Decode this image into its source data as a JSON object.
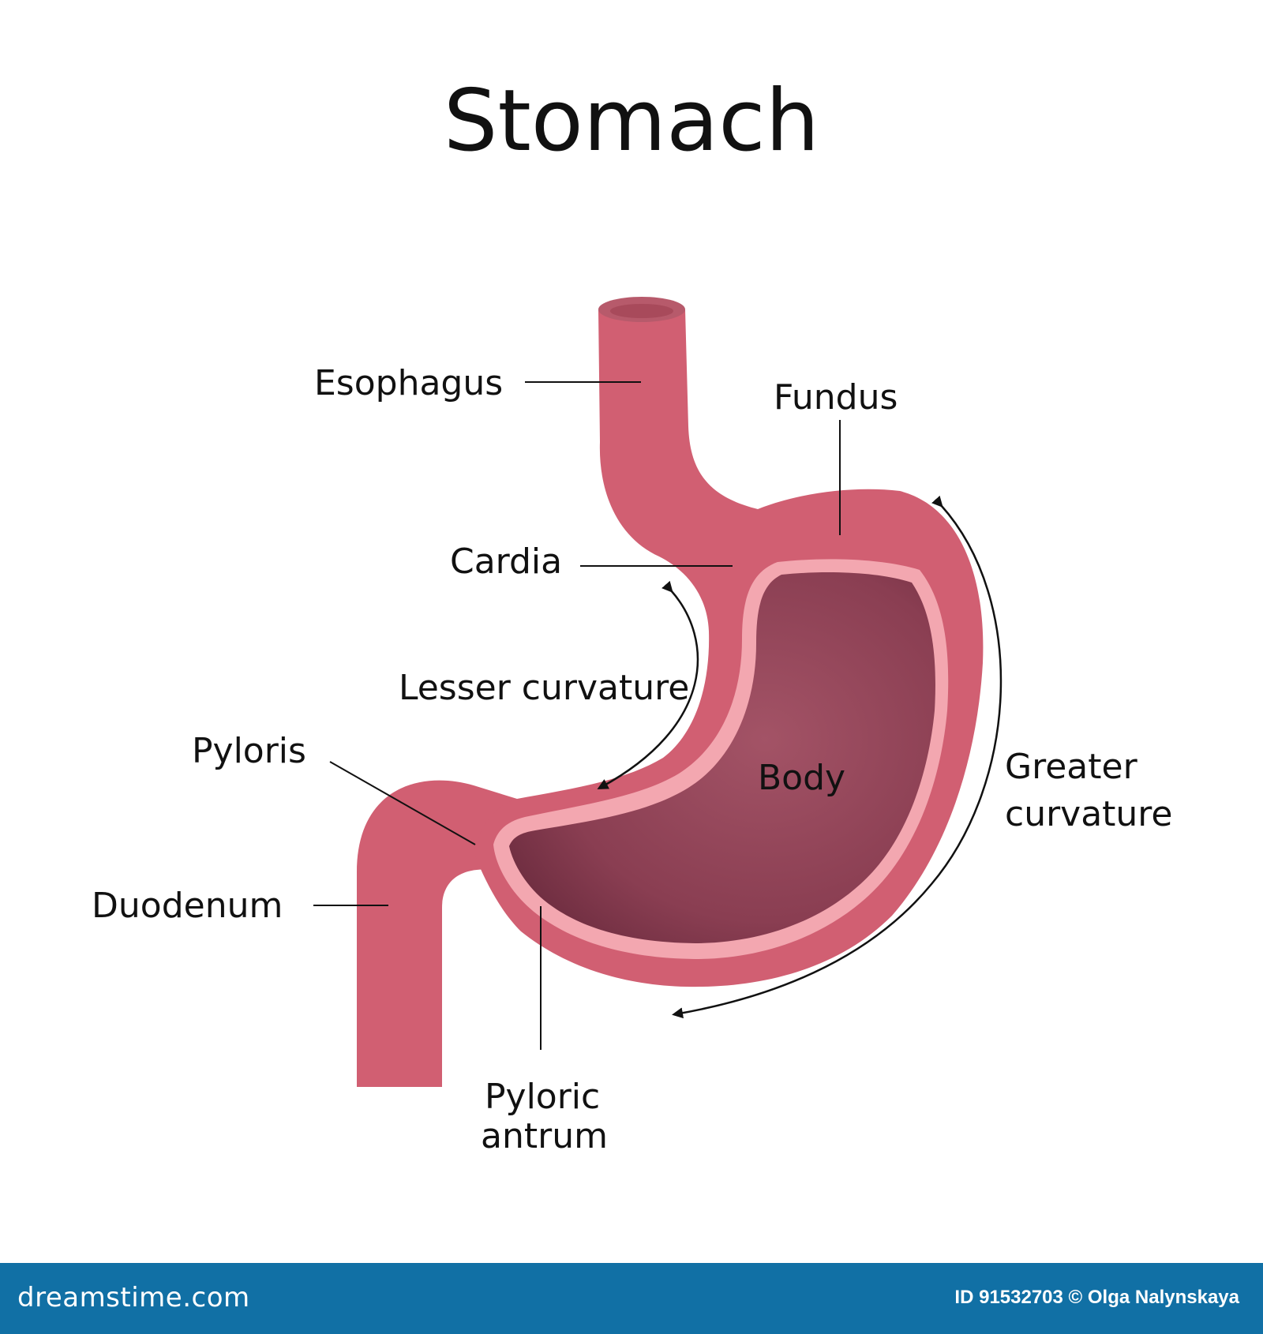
{
  "title": "Stomach",
  "labels": {
    "esophagus": "Esophagus",
    "fundus": "Fundus",
    "cardia": "Cardia",
    "lesser_curvature": "Lesser curvature",
    "pyloris": "Pyloris",
    "body": "Body",
    "greater_curvature_line1": "Greater",
    "greater_curvature_line2": "curvature",
    "duodenum": "Duodenum",
    "pyloric_antrum_line1": "Pyloric",
    "pyloric_antrum_line2": "antrum"
  },
  "footer": {
    "logo": "dreamstime.com",
    "credit": "ID 91532703 © Olga Nalynskaya"
  },
  "colors": {
    "wall": "#d15f72",
    "wall_dark": "#b64d60",
    "lining": "#f3a7b0",
    "interior": "#97495d",
    "interior_dark": "#6e2d40",
    "esophagus_opening": "#a84a5b",
    "footer_bg": "#1170a5"
  }
}
